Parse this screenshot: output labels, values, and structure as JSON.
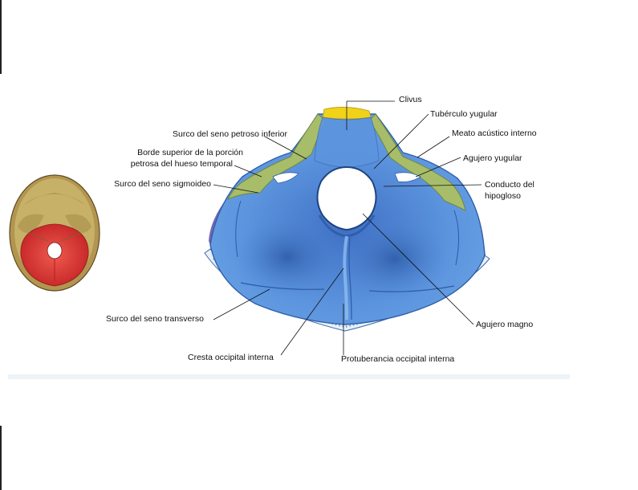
{
  "labels": {
    "clivus": "Clivus",
    "tuberculo_yugular": "Tubérculo yugular",
    "surco_petroso_inferior": "Surco del seno petroso inferior",
    "meato_acustico": "Meato acústico interno",
    "borde_superior_1": "Borde superior de la porción",
    "borde_superior_2": "petrosa del hueso temporal",
    "agujero_yugular": "Agujero yugular",
    "surco_sigmoideo": "Surco del seno sigmoideo",
    "conducto_hipogloso_1": "Conducto del",
    "conducto_hipogloso_2": "hipogloso",
    "surco_transverso": "Surco del seno transverso",
    "agujero_magno": "Agujero magno",
    "cresta_occipital": "Cresta occipital interna",
    "protuberancia_occipital": "Protuberancia occipital interna"
  },
  "colors": {
    "occipital_blue": "#4a86d4",
    "occipital_dark_blue": "#2f5fa8",
    "clivus_yellow": "#f2d417",
    "temporal_green": "#a8be6a",
    "parietal_purple": "#7c67b8",
    "inset_red": "#e23b3b",
    "inset_bone": "#c6ad62"
  }
}
